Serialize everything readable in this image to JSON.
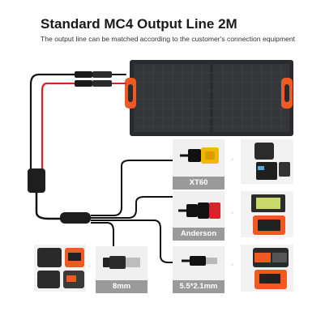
{
  "header": {
    "title": "Standard MC4 Output Line 2M",
    "subtitle": "The output line can be matched according to the customer's connection equipment"
  },
  "connectors": [
    {
      "label": "XT60"
    },
    {
      "label": "Anderson"
    },
    {
      "label": "8mm"
    },
    {
      "label": "5.5*2.1mm"
    }
  ],
  "colors": {
    "panel": "#2a2b2e",
    "panel_handle": "#f05a22",
    "red_wire": "#d8232a",
    "cable": "#111111",
    "xt60_plug": "#f0b800",
    "anderson_red": "#d8232a",
    "label_bg": "#9a9a9a"
  },
  "icons": {
    "arrow": "›"
  }
}
